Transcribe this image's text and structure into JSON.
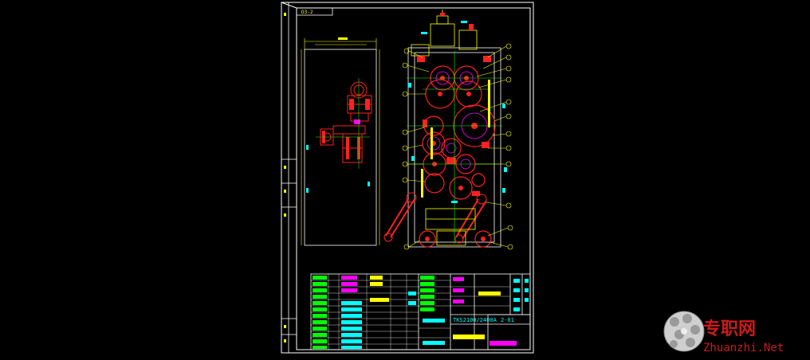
{
  "drawing": {
    "frame_code": "D3-2",
    "part_number": "TKS2100/2400A",
    "sheet_no": "2-01",
    "colors": {
      "background": "#000000",
      "frame": "#ffffff",
      "outline": "#ffff00",
      "component": "#ff2020",
      "detail": "#ff00ff",
      "centerline": "#00ff00",
      "dimension": "#00ffff"
    }
  },
  "watermark": {
    "cn": "专职网",
    "en": "Zhuanzhi.Net",
    "color": "#cc1a1a",
    "icon": "gear-ball-icon"
  }
}
